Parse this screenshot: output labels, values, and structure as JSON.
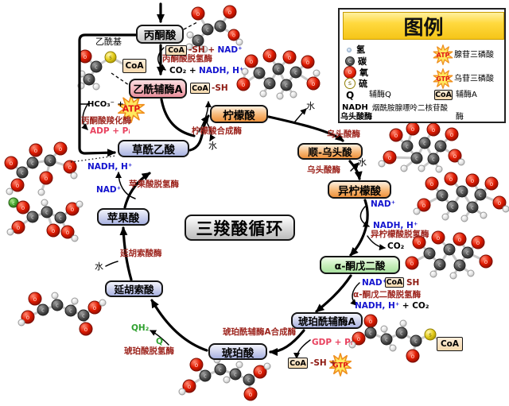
{
  "title": "三羧酸循环",
  "legend": {
    "title": "图例",
    "atoms": {
      "hydrogen": "氢",
      "carbon": "碳",
      "oxygen": "氧",
      "sulfur": "硫"
    },
    "atom_letters": {
      "carbon": "c",
      "oxygen": "o",
      "sulfur": "s"
    },
    "coq_symbol": "Q",
    "coq_label": "辅酶Q",
    "nadh_symbol": "NADH",
    "nadh_label": "烟酰胺腺嘌呤二核苷酸",
    "enzyme_symbol": "乌头酸酶",
    "enzyme_label": "酶",
    "atp_label": "腺苷三磷酸",
    "gtp_label": "乌苷三磷酸",
    "coa_label": "辅酶A"
  },
  "metabolites": {
    "pyruvate": "丙酮酸",
    "acetyl_coa": "乙酰辅酶A",
    "citrate": "柠檬酸",
    "cis_aconitate": "顺-乌头酸",
    "isocitrate": "异柠檬酸",
    "alpha_ketoglutarate": "α-酮戊二酸",
    "succinyl_coa": "琥珀酰辅酶A",
    "succinate": "琥珀酸",
    "fumarate": "延胡索酸",
    "malate": "苹果酸",
    "oxaloacetate": "草酰乙酸"
  },
  "enzymes": {
    "pyruvate_dehydrogenase": "丙酮酸脱氢酶",
    "pyruvate_carboxylase": "丙酮酸羧化酶",
    "citrate_synthase": "柠檬酸合成酶",
    "aconitase": "乌头酸酶",
    "isocitrate_dehydrogenase": "异柠檬酸脱氢酶",
    "akg_dehydrogenase": "α-酮戊二酸脱氢酶",
    "succinyl_coa_synthetase": "琥珀酰辅酶A合成酶",
    "succinate_dehydrogenase": "琥珀酸脱氢酶",
    "fumarase": "延胡索酸酶",
    "malate_dehydrogenase": "苹果酸脱氢酶"
  },
  "cofactors": {
    "coa": "CoA",
    "sh": "-SH",
    "sh_plus": "-SH +",
    "sh_bare": "SH",
    "nad": "NAD⁺",
    "nad_plus": "NAD⁺ +",
    "nadh_h": "NADH, H⁺",
    "co2": "CO₂",
    "co2_plus": "CO₂ +",
    "plus_co2": "+ CO₂",
    "hco3_plus": "HCO₃⁻ +",
    "adp_pi": "ADP + Pᵢ",
    "gdp_pi": "GDP + Pᵢ",
    "qh2": "QH₂",
    "q": "Q",
    "atp": "ATP",
    "gtp": "GTP"
  },
  "labels": {
    "acetyl_group": "乙酰基",
    "water": "水"
  },
  "colors": {
    "enzyme": "#9e2720",
    "cofactor_blue": "#1414cf",
    "nucleotide_pink": "#e8425f",
    "coenzyme_green": "#2fa12f",
    "sh_maroon": "#8e1a12",
    "legend_gold": "#f5c518"
  }
}
